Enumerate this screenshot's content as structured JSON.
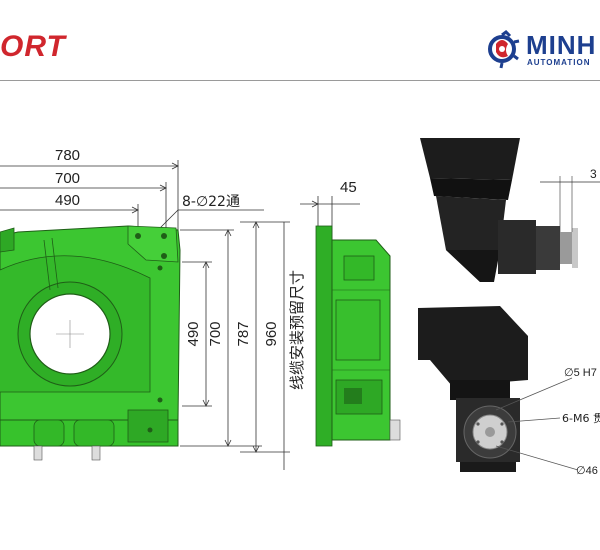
{
  "header": {
    "brand_left_fragment": "ORT",
    "logo_word": "MINH",
    "logo_sub": "AUTOMATION",
    "colors": {
      "red": "#d0262d",
      "blue": "#1d3f8f",
      "green": "#35c12b"
    }
  },
  "front_view": {
    "dim_780": "780",
    "dim_700_top": "700",
    "dim_490_top": "490",
    "holes": "8-∅22通",
    "dim_490_v": "490",
    "dim_700_v": "700",
    "dim_787_v": "787",
    "dim_960_v": "960",
    "cable_note": "线缆安装预留尺寸"
  },
  "side_view": {
    "dim_45": "45"
  },
  "right_views": {
    "dim_3": "3",
    "callout_h7": "∅5 H7",
    "callout_m6": "6-M6 贯",
    "callout_46": "∅46"
  }
}
